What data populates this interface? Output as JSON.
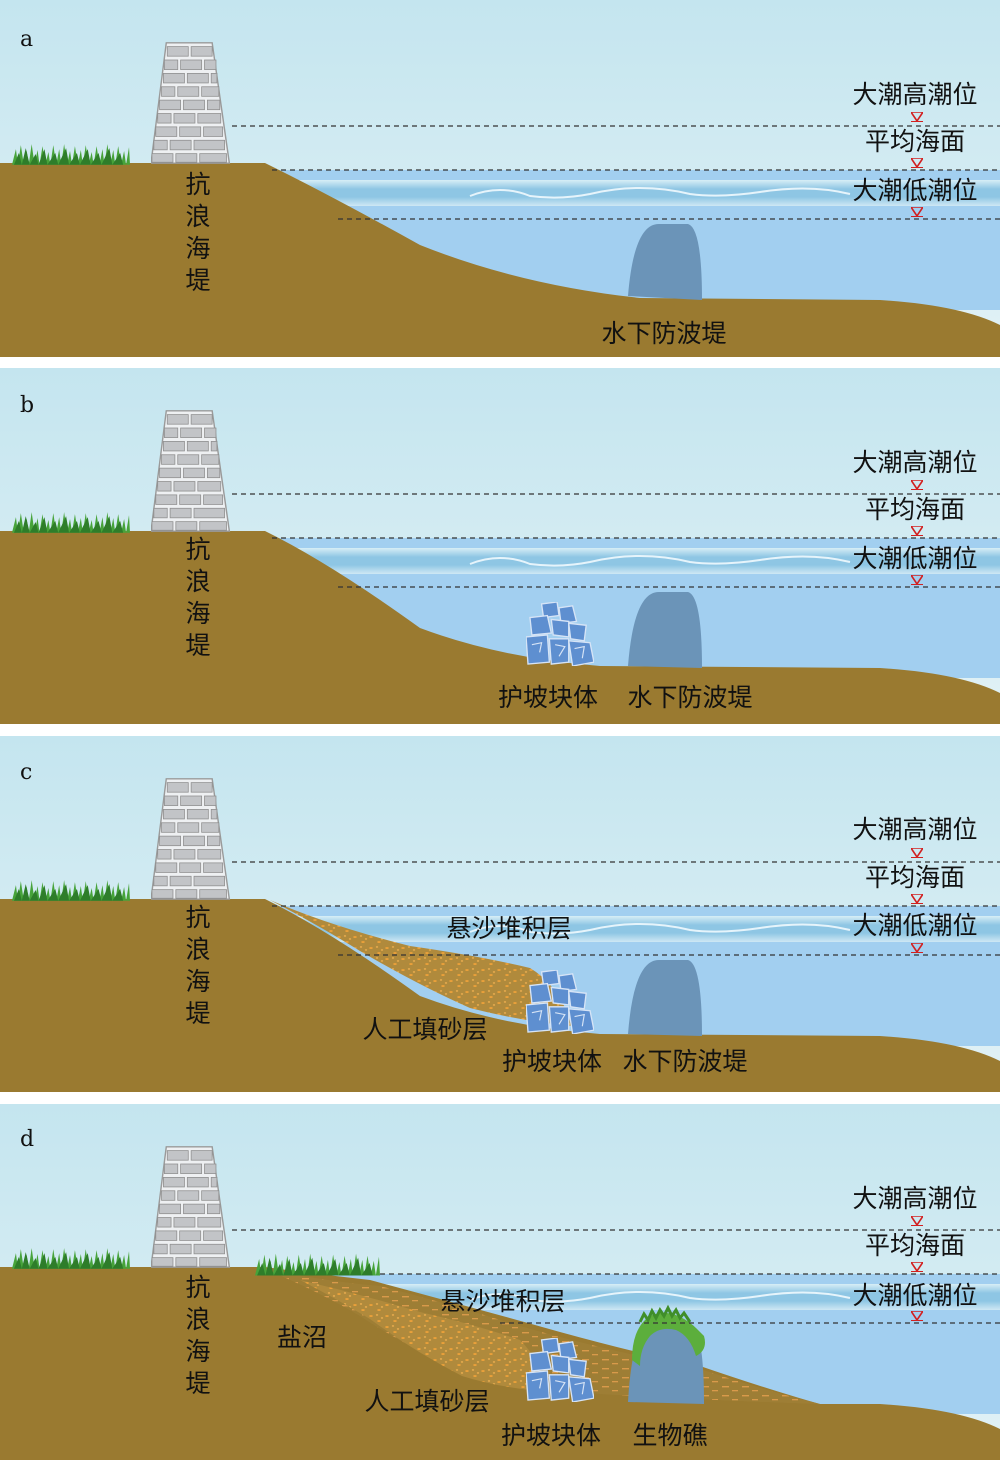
{
  "colors": {
    "sky_top": "#bfe3ee",
    "sky_bottom": "#dff1f6",
    "sea": "#9fcdf0",
    "surf": "#8cc6e6",
    "ground": "#9a7a30",
    "breakwater": "#6b94b8",
    "armor_block": "#5e8fd0",
    "sand": "#e6912a",
    "marsh": "#3f9a32",
    "reef": "#5cae3c",
    "marker": "#d22020"
  },
  "panels": [
    {
      "letter": "a",
      "seawall_label": [
        "抗",
        "浪",
        "海",
        "堤"
      ],
      "levels": [
        "大潮高潮位",
        "平均海面",
        "大潮低潮位"
      ],
      "breakwater_label": "水下防波堤"
    },
    {
      "letter": "b",
      "seawall_label": [
        "抗",
        "浪",
        "海",
        "堤"
      ],
      "levels": [
        "大潮高潮位",
        "平均海面",
        "大潮低潮位"
      ],
      "armor_label": "护坡块体",
      "breakwater_label": "水下防波堤"
    },
    {
      "letter": "c",
      "seawall_label": [
        "抗",
        "浪",
        "海",
        "堤"
      ],
      "levels": [
        "大潮高潮位",
        "平均海面",
        "大潮低潮位"
      ],
      "suspended_label": "悬沙堆积层",
      "fill_label": "人工填砂层",
      "armor_label": "护坡块体",
      "breakwater_label": "水下防波堤"
    },
    {
      "letter": "d",
      "seawall_label": [
        "抗",
        "浪",
        "海",
        "堤"
      ],
      "levels": [
        "大潮高潮位",
        "平均海面",
        "大潮低潮位"
      ],
      "marsh_label": "盐沼",
      "suspended_label": "悬沙堆积层",
      "fill_label": "人工填砂层",
      "armor_label": "护坡块体",
      "reef_label": "生物礁"
    }
  ]
}
